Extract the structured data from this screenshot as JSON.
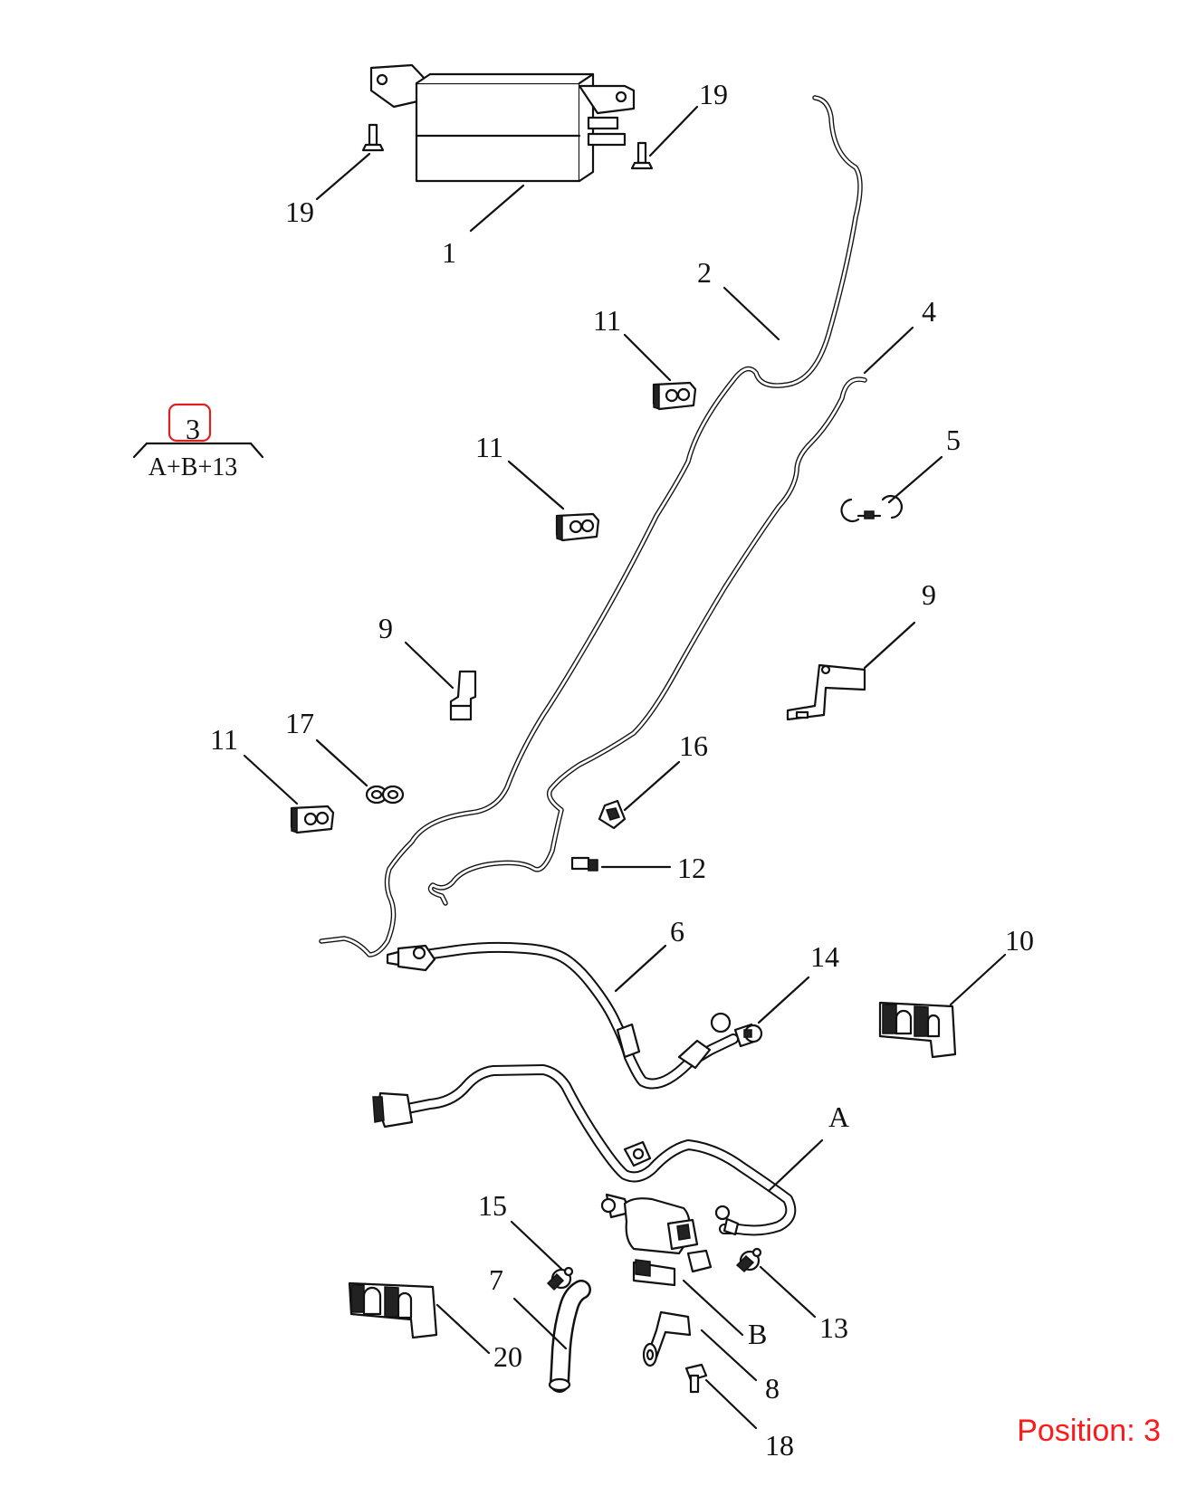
{
  "callouts": {
    "c1": "1",
    "c2": "2",
    "c4": "4",
    "c5": "5",
    "c6": "6",
    "c7": "7",
    "c8": "8",
    "c9_left": "9",
    "c9_right": "9",
    "c10": "10",
    "c11_top": "11",
    "c11_mid": "11",
    "c11_low": "11",
    "c12": "12",
    "c13": "13",
    "c14": "14",
    "c15": "15",
    "c16": "16",
    "c17": "17",
    "c18": "18",
    "c19_left": "19",
    "c19_right": "19",
    "c20": "20",
    "cA": "A",
    "cB": "B"
  },
  "kit": {
    "number": "3",
    "contents": "A+B+13"
  },
  "position_label": "Position: 3",
  "colors": {
    "highlight": "#e02020",
    "position_text": "#ff1a1a",
    "ink": "#111111"
  }
}
